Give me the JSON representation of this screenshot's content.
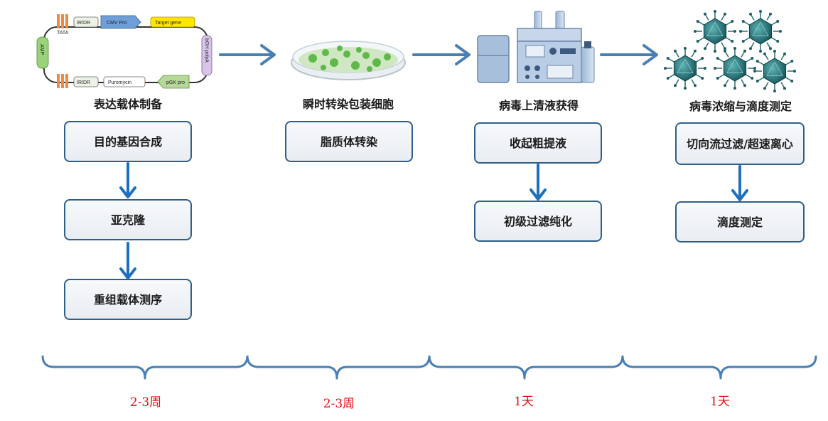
{
  "stages": [
    {
      "title": "表达载体制备",
      "steps": [
        "目的基因合成",
        "亚克隆",
        "重组载体测序"
      ],
      "duration": "2-3周"
    },
    {
      "title": "瞬时转染包装细胞",
      "steps": [
        "脂质体转染"
      ],
      "duration": "2-3周"
    },
    {
      "title": "病毒上清液获得",
      "steps": [
        "收起粗提液",
        "初级过滤纯化"
      ],
      "duration": "1天"
    },
    {
      "title": "病毒浓缩与滴度测定",
      "steps": [
        "切向流过滤/超速离心",
        "滴度测定"
      ],
      "duration": "1天"
    }
  ],
  "plasmid": {
    "tata": "TATA",
    "irdr_top": "IR/DR",
    "cmv": "CMV Pro",
    "target": "Target gene",
    "bgh": "bGH polyA",
    "amp": "AMP",
    "irdr_bottom": "IR/DR",
    "puro": "Puromycin",
    "pgk": "pGK pro"
  },
  "colors": {
    "box_border": "#2e5f8a",
    "flow_arrow": "#4a7fb5",
    "down_arrow": "#1f6fbf",
    "bracket": "#4a7fb5",
    "duration_text": "#e01010"
  }
}
